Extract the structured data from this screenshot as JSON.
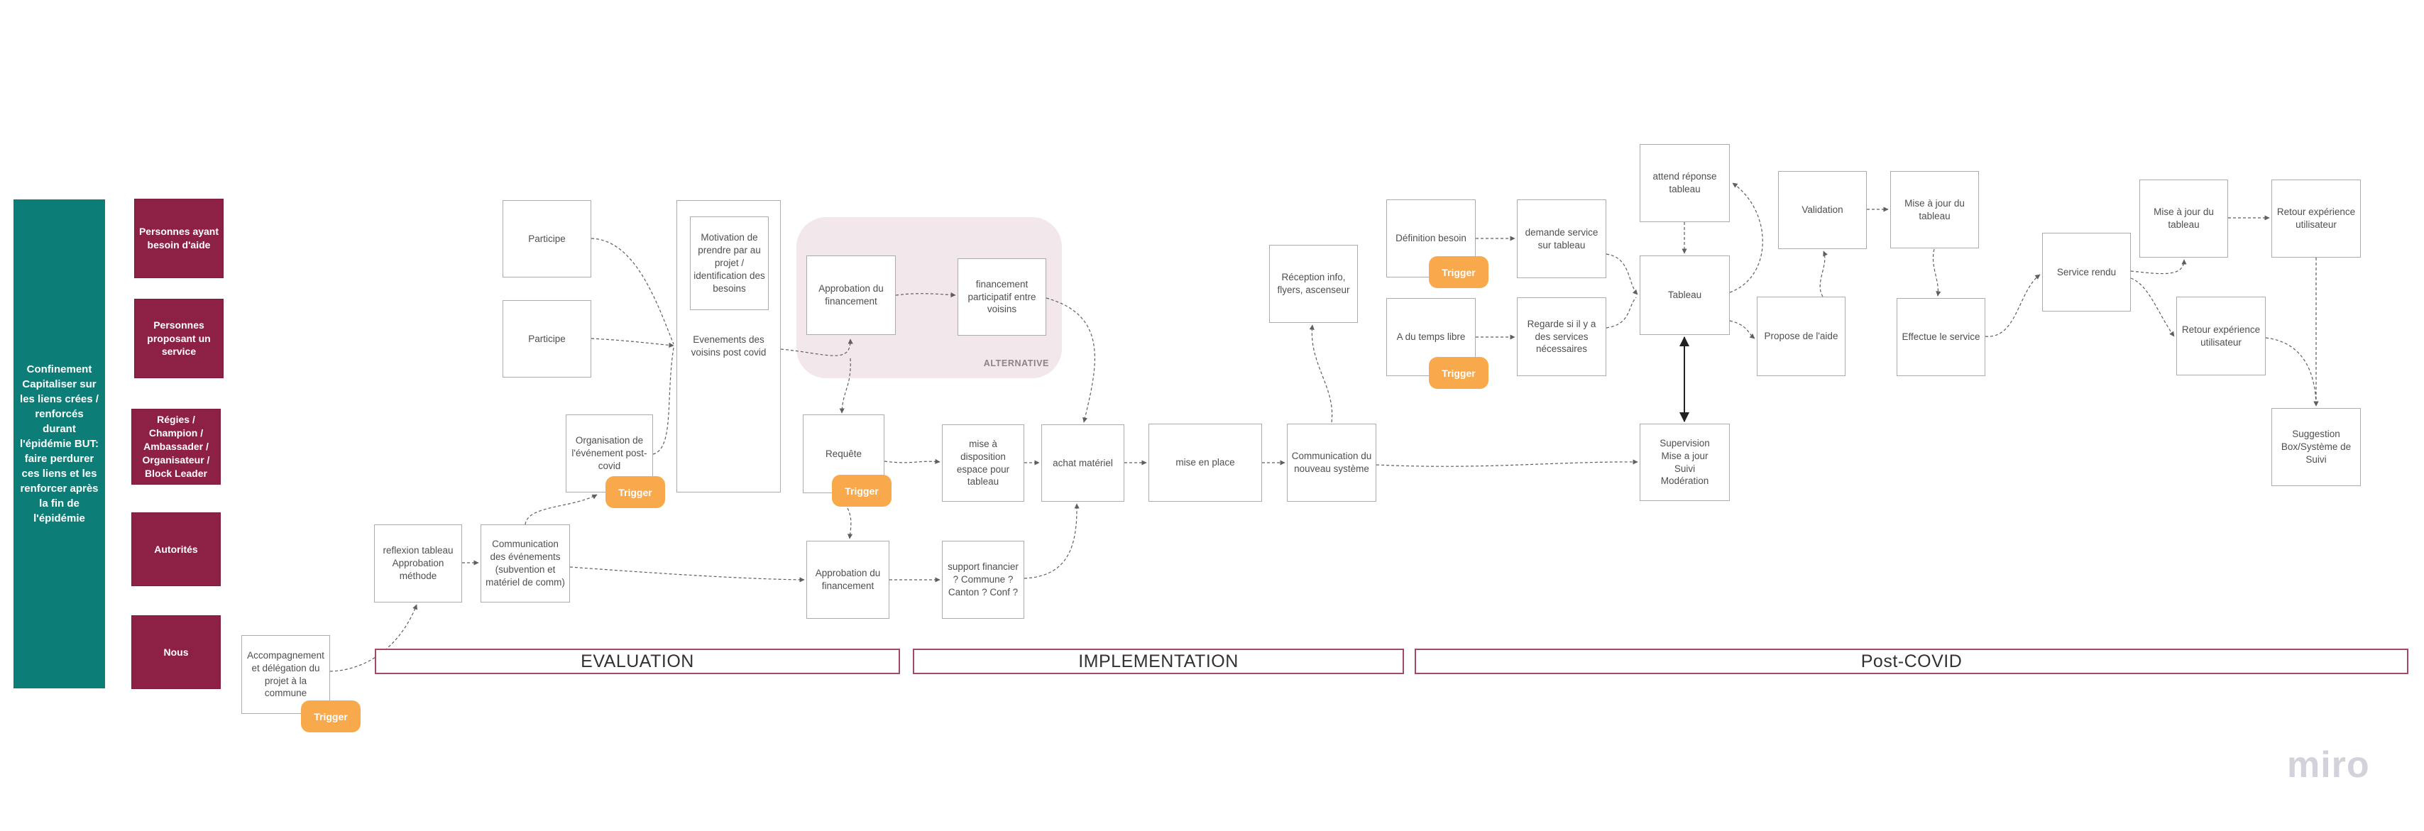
{
  "board_title": "Service blueprint post-covid (Miro board)",
  "colors": {
    "teal": "#0d7d78",
    "maroon": "#8d2045",
    "orange": "#f8a94b",
    "pink": "#f2e7eb",
    "phase_border": "#a34a62"
  },
  "legend": {
    "text": "Confinement Capitaliser sur les liens crées / renforcés durant l'épidémie BUT: faire perdurer ces liens et les renforcer après la fin de l'épidémie"
  },
  "actors": [
    {
      "label": "Personnes ayant besoin d'aide"
    },
    {
      "label": "Personnes proposant un service"
    },
    {
      "label": "Régies / Champion / Ambassader / Organisateur / Block Leader"
    },
    {
      "label": "Autorités"
    },
    {
      "label": "Nous"
    }
  ],
  "phases": [
    {
      "label": "EVALUATION"
    },
    {
      "label": "IMPLEMENTATION"
    },
    {
      "label": "Post-COVID"
    }
  ],
  "trigger_label": "Trigger",
  "alternative_label": "ALTERNATIVE",
  "nodes": {
    "participe1": "Participe",
    "participe2": "Participe",
    "evenements": "Evenements des voisins post covid",
    "motivation": "Motivation de prendre par au projet / identification des besoins",
    "organisation": "Organisation de l'événement post-covid",
    "approbation_alt": "Approbation du financement",
    "financement_participatif": "financement participatif entre voisins",
    "requete": "Requête",
    "mise_a_disposition": "mise à disposition espace pour tableau",
    "achat_materiel": "achat matériel",
    "mise_en_place": "mise en place",
    "communication_systeme": "Communication du nouveau système",
    "reception_info": "Réception info, flyers, ascenseur",
    "approbation_financement": "Approbation du financement",
    "support_financier": "support financier ? Commune ? Canton ? Conf ?",
    "reflexion": "reflexion tableau Approbation méthode",
    "communication_evenements": "Communication des événements (subvention et matériel de comm)",
    "accompagnement": "Accompagnement  et délégation du projet à la commune",
    "definition_besoin": "Définition besoin",
    "temps_libre": "A du temps libre",
    "demande_service": "demande service sur tableau",
    "regarde_services": "Regarde si il y a des services nécessaires",
    "tableau": "Tableau",
    "attend_reponse": "attend réponse tableau",
    "supervision": "Supervision\nMise a jour\nSuivi\nModération",
    "validation": "Validation",
    "propose_aide": "Propose de l'aide",
    "mise_a_jour_1": "Mise à jour du tableau",
    "effectue_service": "Effectue le service",
    "service_rendu": "Service rendu",
    "mise_a_jour_2": "Mise à jour du tableau",
    "retour_1": "Retour expérience utilisateur",
    "retour_2": "Retour expérience utilisateur",
    "suggestion": "Suggestion Box/Système de Suivi"
  },
  "watermark": "miro"
}
